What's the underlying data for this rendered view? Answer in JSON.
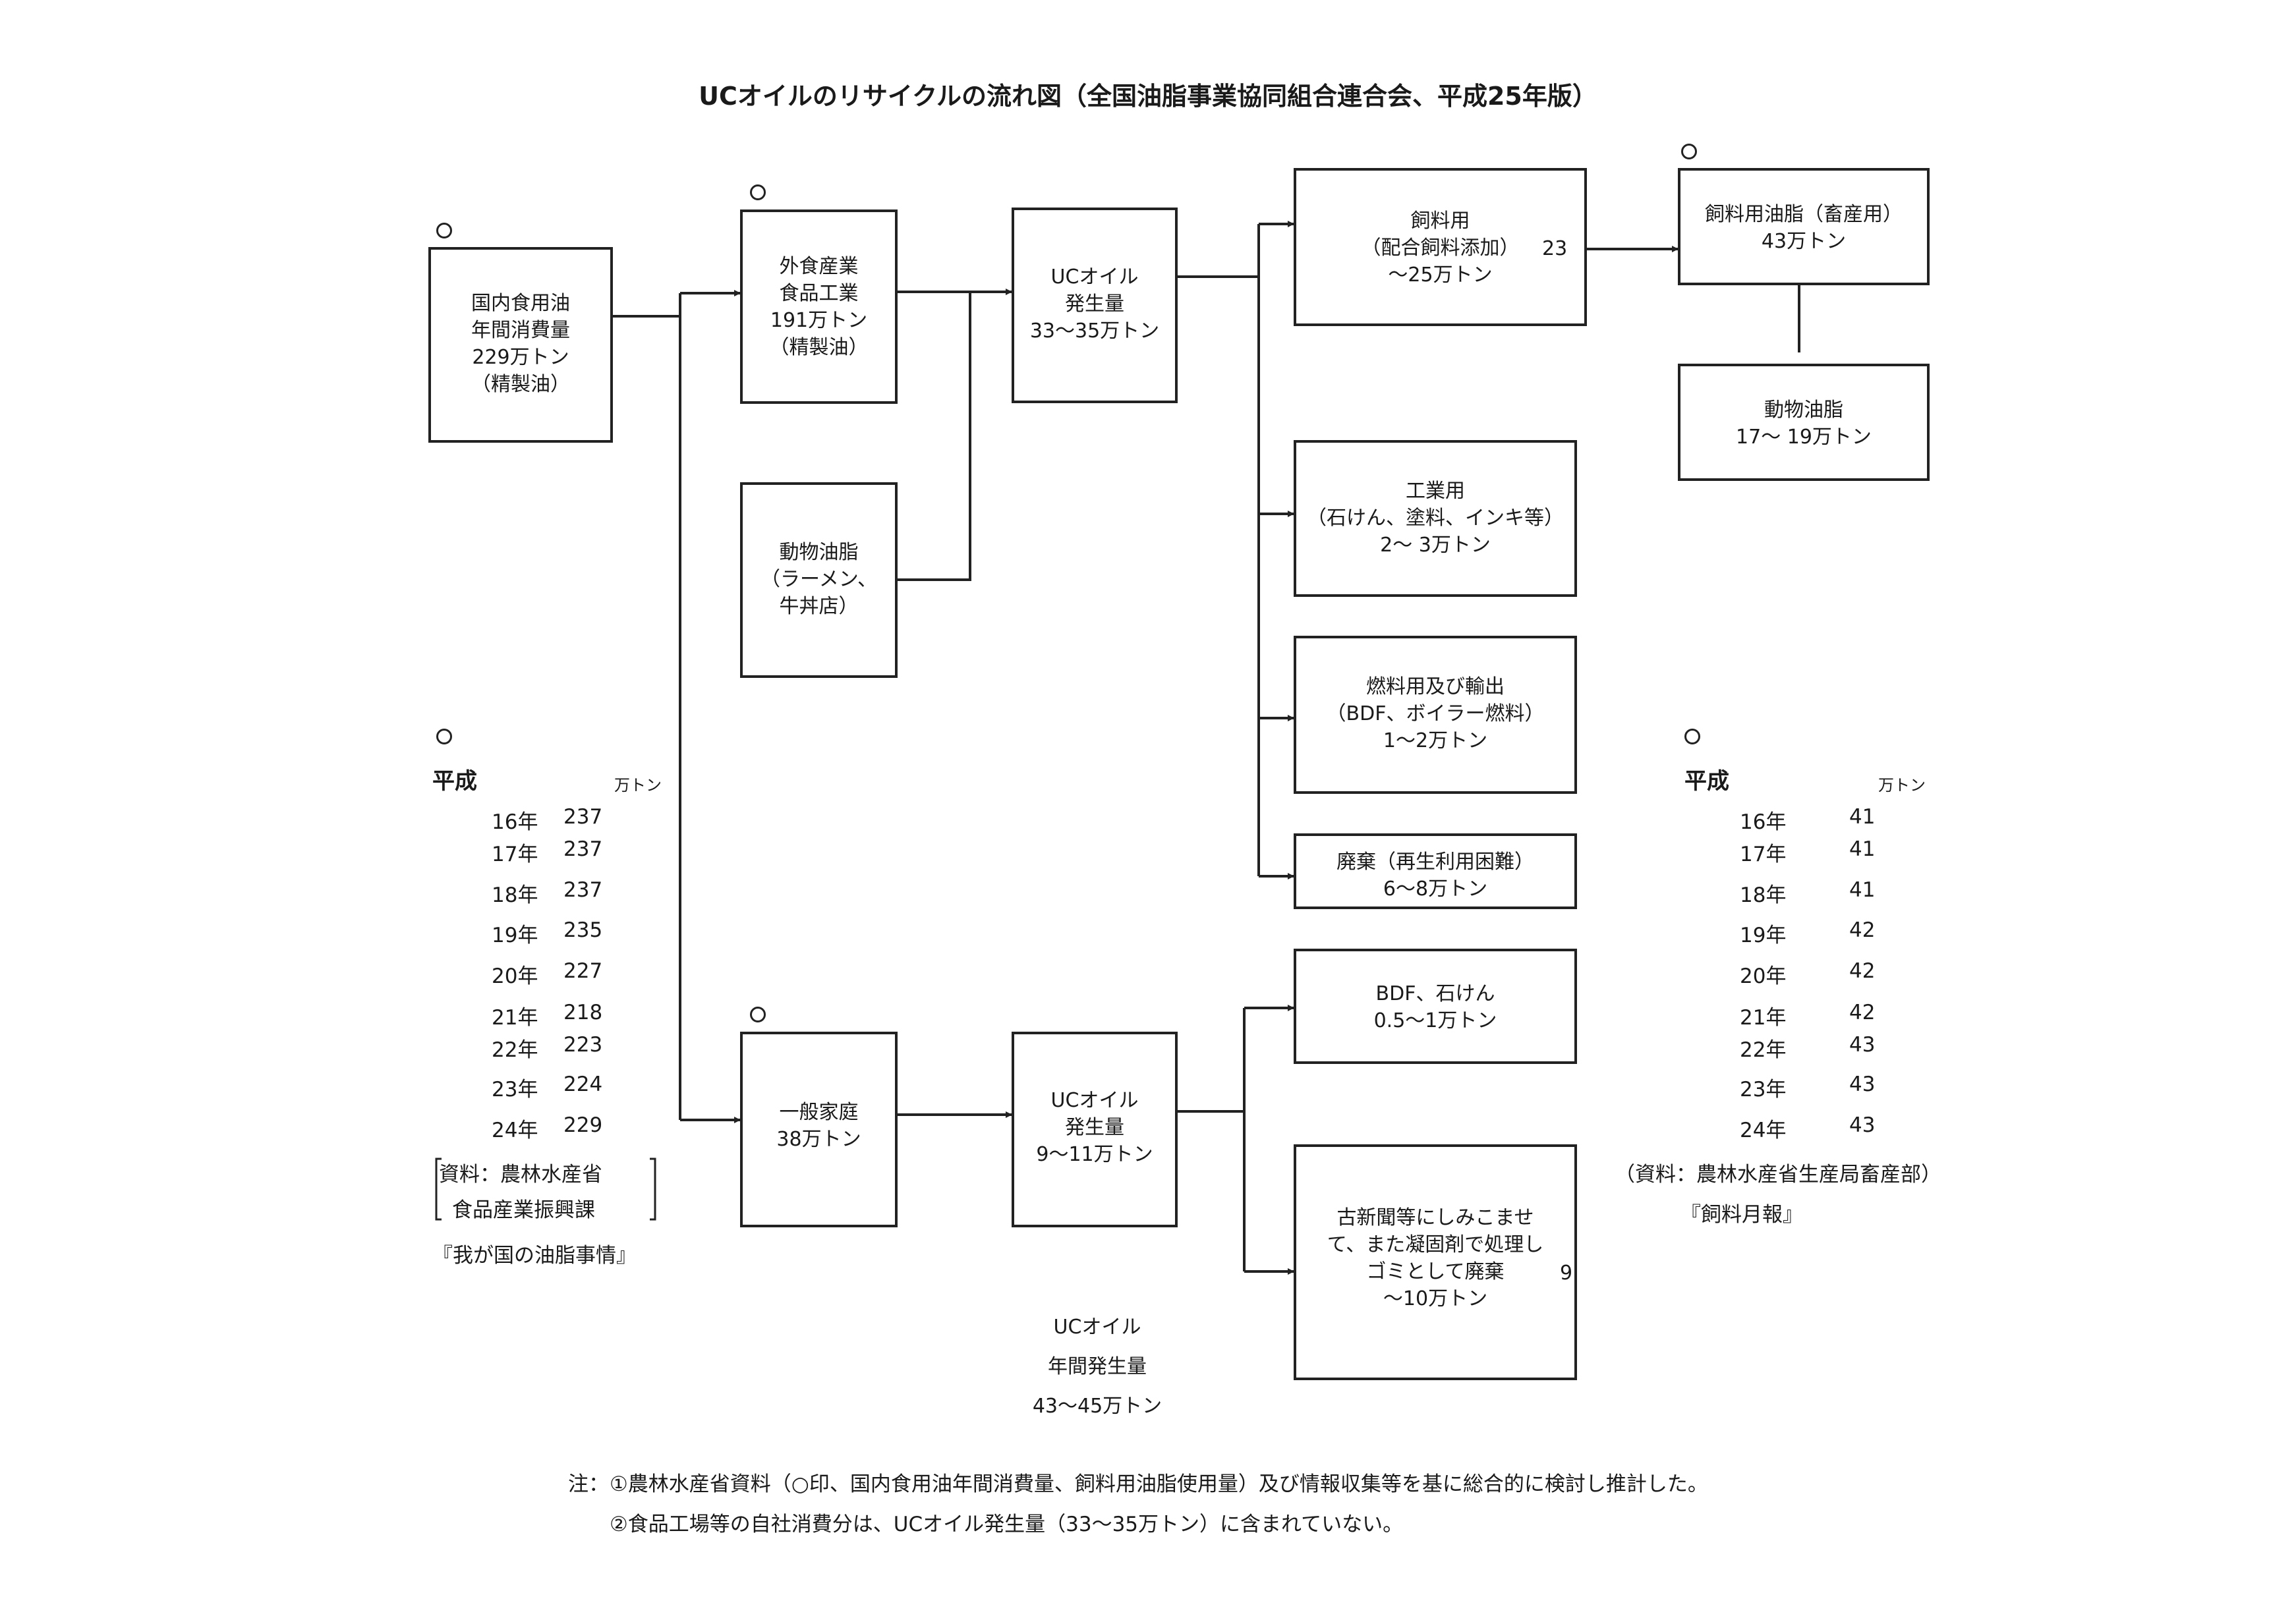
{
  "title": "UCオイルのリサイクルの流れ図（全国油脂事業協同組合連合会、平成25年版）",
  "markers": {
    "circle": "○"
  },
  "boxes": {
    "domestic": "国内食用油\n年間消費量\n229万トン\n（精製油）",
    "foodservice": "外食産業\n食品工業\n191万トン\n（精製油）",
    "animal_fat_shops": "動物油脂\n（ラーメン、\n牛丼店）",
    "household": "一般家庭\n38万トン",
    "uc_generation_1": "UCオイル\n発生量\n33～35万トン",
    "uc_generation_2": "UCオイル\n発生量\n9～11万トン",
    "feed": "飼料用\n（配合飼料添加）\n～25万トン",
    "feed_side": "23",
    "industrial": "工業用\n（石けん、塗料、インキ等）\n2～ 3万トン",
    "fuel": "燃料用及び輸出\n（BDF、ボイラー燃料）\n1～2万トン",
    "disposal": "廃棄（再生利用困難）\n6～8万トン",
    "bdf_soap": "BDF、石けん\n0.5～1万トン",
    "newspaper": "古新聞等にしみこませ\nて、また凝固剤で処理し\nゴミとして廃棄\n～10万トン",
    "newspaper_side": "9",
    "feed_fat": "飼料用油脂（畜産用）\n43万トン",
    "animal_fat": "動物油脂\n17～ 19万トン"
  },
  "annual": "UCオイル\n年間発生量\n43～45万トン",
  "left_table": {
    "header": "平成",
    "unit": "万トン",
    "rows": [
      {
        "year": "16年",
        "value": "237"
      },
      {
        "year": "17年",
        "value": "237"
      },
      {
        "year": "18年",
        "value": "237"
      },
      {
        "year": "19年",
        "value": "235"
      },
      {
        "year": "20年",
        "value": "227"
      },
      {
        "year": "21年",
        "value": "218"
      },
      {
        "year": "22年",
        "value": "223"
      },
      {
        "year": "23年",
        "value": "224"
      },
      {
        "year": "24年",
        "value": "229"
      }
    ],
    "source_line1": "資料：農林水産省",
    "source_line2": "食品産業振興課",
    "source_book": "『我が国の油脂事情』"
  },
  "right_table": {
    "header": "平成",
    "unit": "万トン",
    "rows": [
      {
        "year": "16年",
        "value": "41"
      },
      {
        "year": "17年",
        "value": "41"
      },
      {
        "year": "18年",
        "value": "41"
      },
      {
        "year": "19年",
        "value": "42"
      },
      {
        "year": "20年",
        "value": "42"
      },
      {
        "year": "21年",
        "value": "42"
      },
      {
        "year": "22年",
        "value": "43"
      },
      {
        "year": "23年",
        "value": "43"
      },
      {
        "year": "24年",
        "value": "43"
      }
    ],
    "source_line1": "（資料：農林水産省生産局畜産部）",
    "source_book": "『飼料月報』"
  },
  "notes": {
    "prefix": "注：",
    "note1": "①農林水産省資料（○印、国内食用油年間消費量、飼料用油脂使用量）及び情報収集等を基に総合的に検討し推計した。",
    "note2": "②食品工場等の自社消費分は、UCオイル発生量（33～35万トン）に含まれていない。"
  }
}
